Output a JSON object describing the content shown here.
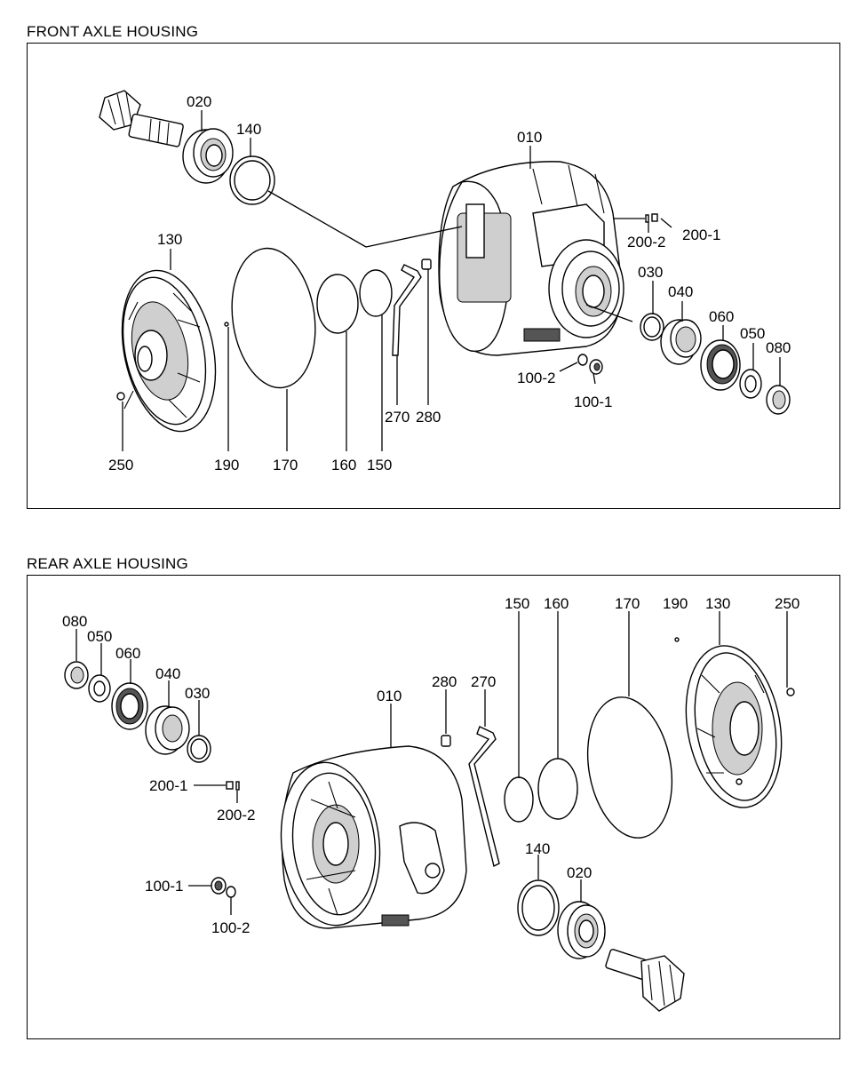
{
  "front": {
    "title": "FRONT AXLE HOUSING",
    "labels": {
      "p010": "010",
      "p020": "020",
      "p030": "030",
      "p040": "040",
      "p050": "050",
      "p060": "060",
      "p080": "080",
      "p100_1": "100-1",
      "p100_2": "100-2",
      "p130": "130",
      "p140": "140",
      "p150": "150",
      "p160": "160",
      "p170": "170",
      "p190": "190",
      "p200_1": "200-1",
      "p200_2": "200-2",
      "p250": "250",
      "p270": "270",
      "p280": "280"
    }
  },
  "rear": {
    "title": "REAR AXLE HOUSING",
    "labels": {
      "p010": "010",
      "p020": "020",
      "p030": "030",
      "p040": "040",
      "p050": "050",
      "p060": "060",
      "p080": "080",
      "p100_1": "100-1",
      "p100_2": "100-2",
      "p130": "130",
      "p140": "140",
      "p150": "150",
      "p160": "160",
      "p170": "170",
      "p190": "190",
      "p200_1": "200-1",
      "p200_2": "200-2",
      "p250": "250",
      "p270": "270",
      "p280": "280"
    }
  }
}
